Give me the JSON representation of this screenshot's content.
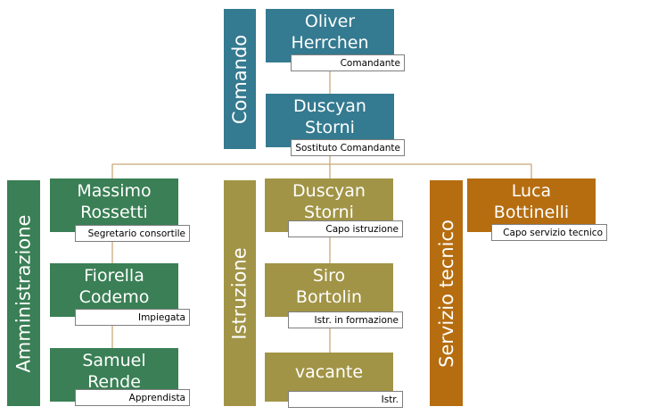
{
  "colors": {
    "comando": "#347a90",
    "amministrazione": "#3a7f55",
    "istruzione": "#a19446",
    "servizio_tecnico": "#b56d10",
    "connector": "#c8a978"
  },
  "groups": {
    "comando": "Comando",
    "amministrazione": "Amministrazione",
    "istruzione": "Istruzione",
    "servizio_tecnico": "Servizio tecnico"
  },
  "people": {
    "oliver": {
      "first": "Oliver",
      "last": "Herrchen",
      "role": "Comandante"
    },
    "duscyan_sost": {
      "first": "Duscyan",
      "last": "Storni",
      "role": "Sostituto Comandante"
    },
    "massimo": {
      "first": "Massimo",
      "last": "Rossetti",
      "role": "Segretario consortile"
    },
    "fiorella": {
      "first": "Fiorella",
      "last": "Codemo",
      "role": "Impiegata"
    },
    "samuel": {
      "first": "Samuel",
      "last": "Rende",
      "role": "Apprendista"
    },
    "duscyan_istr": {
      "first": "Duscyan",
      "last": "Storni",
      "role": "Capo istruzione"
    },
    "siro": {
      "first": "Siro",
      "last": "Bortolin",
      "role": "Istr. in formazione"
    },
    "vacante": {
      "first": "vacante",
      "last": "",
      "role": "Istr."
    },
    "luca": {
      "first": "Luca",
      "last": "Bottinelli",
      "role": "Capo servizio tecnico"
    }
  }
}
